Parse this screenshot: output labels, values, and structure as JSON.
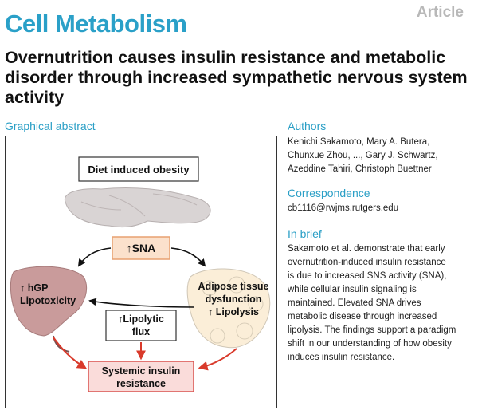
{
  "header": {
    "journal": "Cell Metabolism",
    "article_type": "Article",
    "title": "Overnutrition causes insulin resistance and metabolic disorder through increased sympathetic nervous system activity"
  },
  "graphical_abstract": {
    "label": "Graphical abstract",
    "diet_box": "Diet induced obesity",
    "sna": "↑SNA",
    "liver_line1": "↑ hGP",
    "liver_line2": "Lipotoxicity",
    "adipose_line1": "Adipose tissue",
    "adipose_line2": "dysfunction",
    "adipose_line3": "↑ Lipolysis",
    "flux_line1": "↑Lipolytic",
    "flux_line2": "flux",
    "result_line1": "Systemic insulin",
    "result_line2": "resistance",
    "colors": {
      "sna_fill": "#fbe1cc",
      "sna_border": "#e8a170",
      "result_fill": "#fadcda",
      "result_border": "#d9534f",
      "arrow_red": "#d93a2b",
      "brain": "#d9d4d4",
      "liver": "#c99b9b",
      "adipose": "#fbeed8"
    }
  },
  "authors": {
    "label": "Authors",
    "lines": [
      "Kenichi Sakamoto, Mary A. Butera,",
      "Chunxue Zhou, ..., Gary J. Schwartz,",
      "Azeddine Tahiri, Christoph Buettner"
    ]
  },
  "correspondence": {
    "label": "Correspondence",
    "email": "cb1116@rwjms.rutgers.edu"
  },
  "in_brief": {
    "label": "In brief",
    "lines": [
      "Sakamoto et al. demonstrate that early",
      "overnutrition-induced insulin resistance",
      "is due to increased SNS activity (SNA),",
      "while cellular insulin signaling is",
      "maintained. Elevated SNA drives",
      "metabolic disease through increased",
      "lipolysis. The findings support a paradigm",
      "shift in our understanding of how obesity",
      "induces insulin resistance."
    ]
  }
}
